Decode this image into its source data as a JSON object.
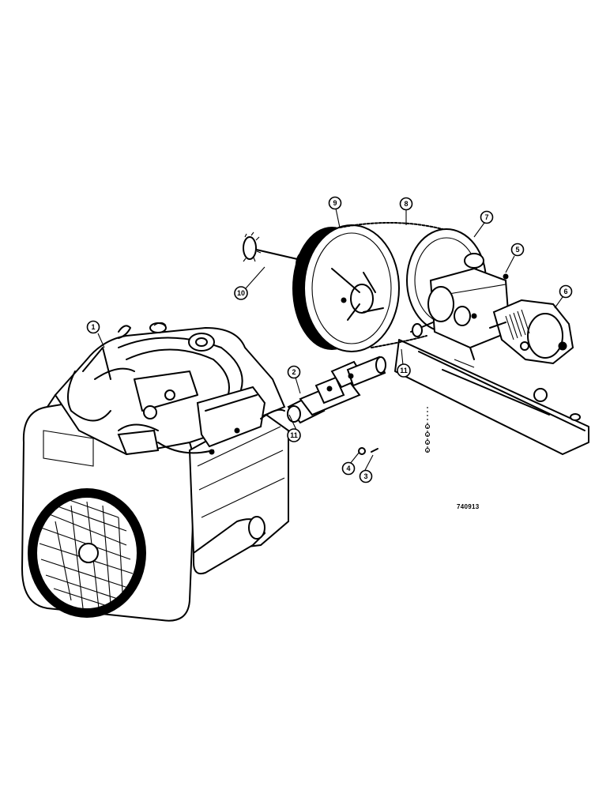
{
  "diagram": {
    "drawing_number": "740913",
    "callouts": [
      "1",
      "2",
      "3",
      "4",
      "5",
      "6",
      "7",
      "8",
      "9",
      "10",
      "11",
      "11"
    ]
  }
}
